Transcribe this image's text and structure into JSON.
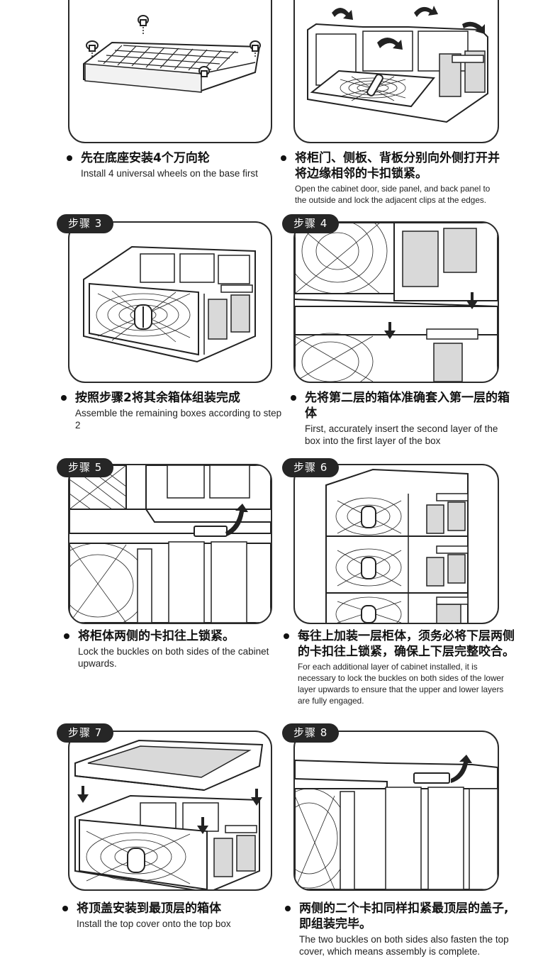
{
  "steps": [
    {
      "badge": "",
      "zh": "先在底座安装4个万向轮",
      "en": "Install 4 universal wheels on the base first"
    },
    {
      "badge": "",
      "zh": "将柜门、侧板、背板分别向外侧打开并将边缘相邻的卡扣锁紧。",
      "en": "Open the cabinet door, side panel, and back panel to the outside and lock the adjacent clips at the edges."
    },
    {
      "badge": "步骤 3",
      "zh": "按照步骤2将其余箱体组装完成",
      "en": "Assemble the remaining boxes according to step 2"
    },
    {
      "badge": "步骤 4",
      "zh": "先将第二层的箱体准确套入第一层的箱体",
      "en": "First, accurately insert the second layer of the box into the first layer of the box"
    },
    {
      "badge": "步骤 5",
      "zh": "将柜体两侧的卡扣往上锁紧。",
      "en": "Lock the buckles on both sides of the cabinet upwards."
    },
    {
      "badge": "步骤 6",
      "zh": "每往上加装一层柜体，须务必将下层两侧的卡扣往上锁紧，确保上下层完整咬合。",
      "en": "For each additional layer of cabinet installed, it is necessary to lock the buckles on both sides of the lower layer upwards to ensure that the upper and lower layers are fully engaged."
    },
    {
      "badge": "步骤 7",
      "zh": "将顶盖安装到最顶层的箱体",
      "en": "Install the top cover onto the top box"
    },
    {
      "badge": "步骤 8",
      "zh": "两侧的二个卡扣同样扣紧最顶层的盖子,即组装完毕。",
      "en": "The two buckles on both sides also fasten the top cover, which means assembly is complete."
    }
  ],
  "colors": {
    "ink": "#262626",
    "panel": "#d9d9d9",
    "frame": "#2a2a2a"
  }
}
